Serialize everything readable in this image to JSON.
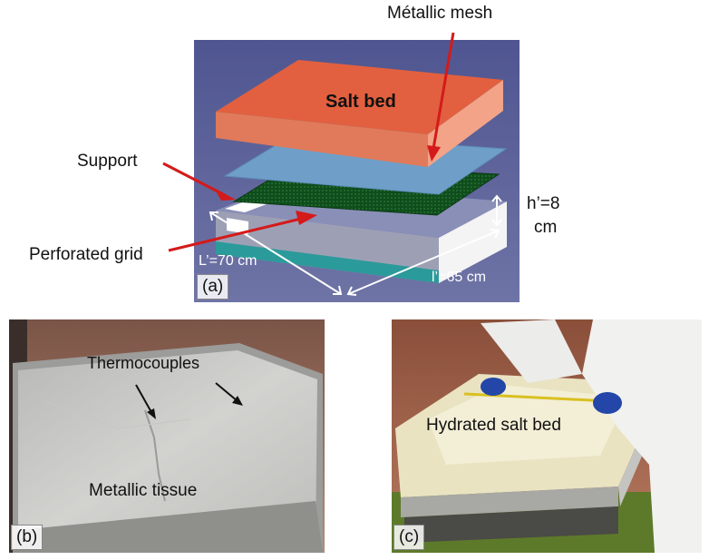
{
  "panel_a": {
    "tag": "(a)",
    "labels": {
      "salt_bed": "Salt bed",
      "metallic_mesh": "Métallic mesh",
      "support": "Support",
      "perforated_grid": "Perforated grid",
      "length": "L’=70 cm",
      "width": "l’=65 cm",
      "height_line1": "h’=8",
      "height_line2": "cm"
    },
    "colors": {
      "background": "#5d6399",
      "salt_bed_top": "#e2603f",
      "salt_bed_side": "#f2a388",
      "mesh": "#6f9fc9",
      "grid": "#0f4d1c",
      "tray_side": "#f4f4f4",
      "arrows": "#d41a1a"
    }
  },
  "panel_b": {
    "tag": "(b)",
    "labels": {
      "thermocouples": "Thermocouples",
      "metallic_tissue": "Metallic tissue"
    }
  },
  "panel_c": {
    "tag": "(c)",
    "labels": {
      "hydrated_salt_bed": "Hydrated salt bed"
    }
  }
}
